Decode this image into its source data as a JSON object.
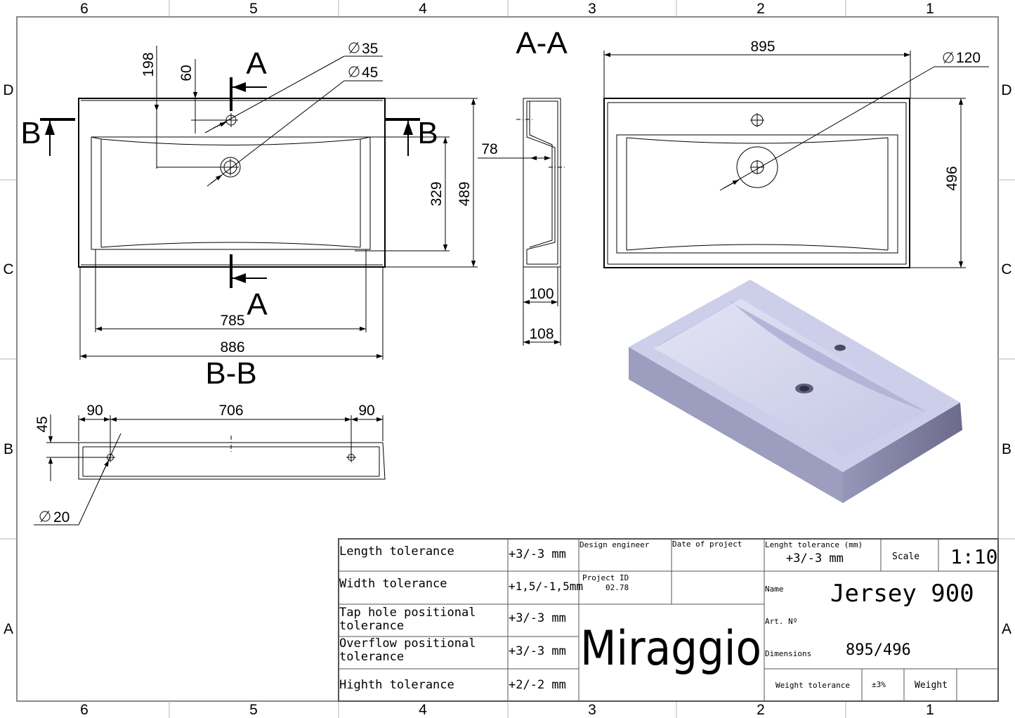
{
  "zones": {
    "columns": [
      "6",
      "5",
      "4",
      "3",
      "2",
      "1"
    ],
    "rows": [
      "D",
      "C",
      "B",
      "A"
    ]
  },
  "views": {
    "section_aa_title": "A-A",
    "section_bb_title": "B-B",
    "cut_label_a": "A",
    "cut_label_b": "B"
  },
  "dimensions": {
    "d198": "198",
    "d60": "60",
    "d35": "35",
    "d45": "45",
    "d329": "329",
    "d489": "489",
    "d785": "785",
    "d886": "886",
    "d78": "78",
    "d100": "100",
    "d108": "108",
    "d895": "895",
    "d120": "120",
    "d496": "496",
    "bb_90_left": "90",
    "bb_706": "706",
    "bb_90_right": "90",
    "bb_45": "45",
    "bb_20": "20"
  },
  "title_block": {
    "tolerances": [
      {
        "label_line1": "Length tolerance",
        "label_line2": "",
        "value": "+3/-3 mm"
      },
      {
        "label_line1": "Width tolerance",
        "label_line2": "",
        "value": "+1,5/-1,5mm"
      },
      {
        "label_line1": "Tap hole positional",
        "label_line2": "tolerance",
        "value": "+3/-3 mm"
      },
      {
        "label_line1": "Overflow positional",
        "label_line2": "tolerance",
        "value": "+3/-3 mm"
      },
      {
        "label_line1": "Highth tolerance",
        "label_line2": "",
        "value": "+2/-2 mm"
      }
    ],
    "design_engineer_label": "Design engineer",
    "date_of_project_label": "Date of project",
    "project_id_label": "Project ID",
    "project_id_value": "02.78",
    "brand": "Miraggio",
    "length_tolerance_label": "Lenght tolerance (mm)",
    "length_tolerance_value": "+3/-3 mm",
    "scale_label": "Scale",
    "scale_value": "1:10",
    "name_label": "Name",
    "name_value": "Jersey 900",
    "art_label": "Art. Nº",
    "dimensions_label": "Dimensions",
    "dimensions_value": "895/496",
    "weight_tolerance_label": "Weight tolerance",
    "weight_tolerance_value": "±3%",
    "weight_label": "Weight"
  },
  "colors": {
    "frame": "#8a8a8a",
    "sink_top": "#c9cbe8",
    "sink_basin": "#dcdef2",
    "sink_side_left": "#9a9bbd",
    "sink_side_front": "#7c7b9c"
  }
}
